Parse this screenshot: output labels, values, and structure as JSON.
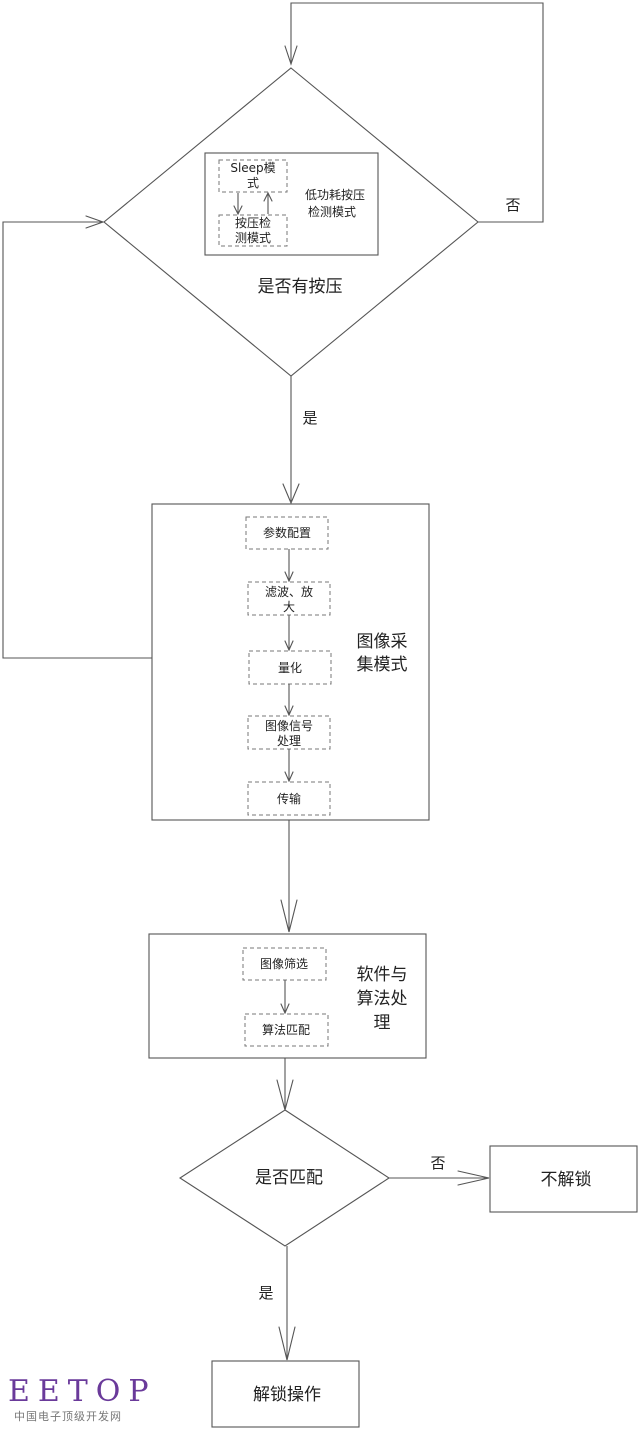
{
  "diagram": {
    "decision_press": {
      "label": "是否有按压",
      "low_power_box": {
        "label_line1": "低功耗按压",
        "label_line2": "检测模式",
        "sleep_mode_line1": "Sleep模",
        "sleep_mode_line2": "式",
        "press_detect_line1": "按压检",
        "press_detect_line2": "测模式"
      }
    },
    "edge_no_top": "否",
    "edge_yes_top": "是",
    "image_capture": {
      "title_line1": "图像采",
      "title_line2": "集模式",
      "steps": [
        {
          "line1": "参数配置",
          "line2": ""
        },
        {
          "line1": "滤波、放",
          "line2": "大"
        },
        {
          "line1": "量化",
          "line2": ""
        },
        {
          "line1": "图像信号",
          "line2": "处理"
        },
        {
          "line1": "传输",
          "line2": ""
        }
      ]
    },
    "software": {
      "title_line1": "软件与",
      "title_line2": "算法处",
      "title_line3": "理",
      "steps": [
        {
          "line1": "图像筛选"
        },
        {
          "line1": "算法匹配"
        }
      ]
    },
    "decision_match": {
      "label": "是否匹配"
    },
    "edge_no_match": "否",
    "no_unlock": {
      "label": "不解锁"
    },
    "edge_yes_match": "是",
    "unlock": {
      "label": "解锁操作"
    }
  },
  "watermark": {
    "main": "EETOP",
    "sub": "中国电子顶级开发网",
    "color": "#6a3a9a"
  }
}
